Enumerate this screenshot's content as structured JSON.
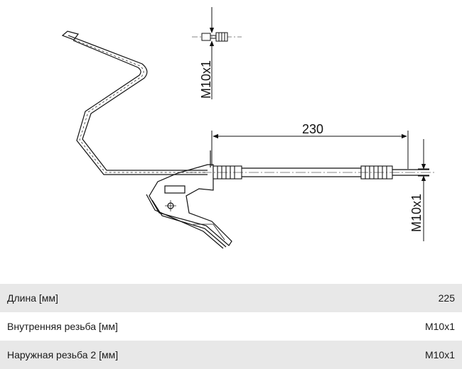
{
  "drawing": {
    "dimension_length": "230",
    "thread_top": "M10x1",
    "thread_right": "M10x1"
  },
  "specs": [
    {
      "label": "Длина [мм]",
      "value": "225"
    },
    {
      "label": "Внутренняя резьба [мм]",
      "value": "M10x1"
    },
    {
      "label": "Наружная резьба 2 [мм]",
      "value": "M10x1"
    }
  ]
}
